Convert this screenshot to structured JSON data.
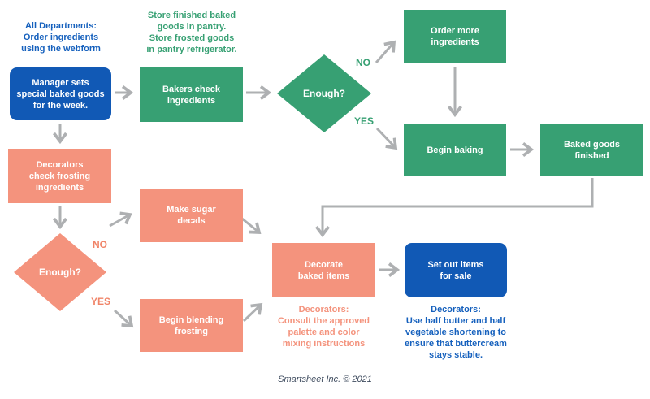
{
  "notes": {
    "all_departments": "All Departments:\nOrder ingredients\nusing the webform",
    "store": "Store finished baked\ngoods in pantry.\nStore frosted goods\nin pantry refrigerator.",
    "consult": "Decorators:\nConsult the approved\npalette and color\nmixing instructions",
    "butter": "Decorators:\nUse half butter and half\nvegetable shortening to\nensure that buttercream\nstays stable."
  },
  "nodes": {
    "manager": {
      "label": "Manager sets\nspecial baked goods\nfor the week."
    },
    "bakers_check": {
      "label": "Bakers check\ningredients"
    },
    "enough_green": {
      "label": "Enough?"
    },
    "order_more": {
      "label": "Order more\ningredients"
    },
    "begin_baking": {
      "label": "Begin baking"
    },
    "baked_finished": {
      "label": "Baked goods\nfinished"
    },
    "decorators_check": {
      "label": "Decorators\ncheck frosting\ningredients"
    },
    "enough_orange": {
      "label": "Enough?"
    },
    "make_decals": {
      "label": "Make sugar\ndecals"
    },
    "begin_blending": {
      "label": "Begin blending\nfrosting"
    },
    "decorate": {
      "label": "Decorate\nbaked items"
    },
    "set_out": {
      "label": "Set out items\nfor sale"
    }
  },
  "decisions": {
    "green_no": "NO",
    "green_yes": "YES",
    "orange_no": "NO",
    "orange_yes": "YES"
  },
  "footer": "Smartsheet Inc. © 2021",
  "colors": {
    "green": "#37A073",
    "salmon": "#F4937D",
    "blue_box": "#1159B5",
    "blue_note": "#1560BD",
    "arrow_gray": "#AEB0B2",
    "footer_gray": "#3E4B5E"
  }
}
